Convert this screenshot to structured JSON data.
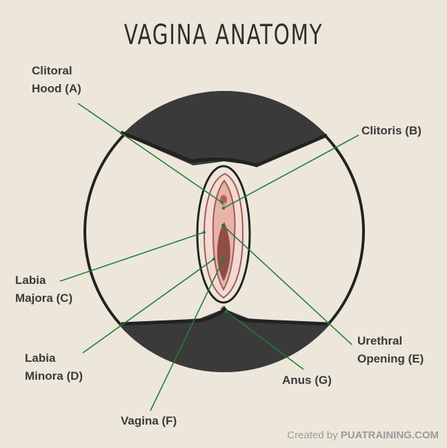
{
  "title": "VAGINA ANATOMY",
  "labels": {
    "clitoral_hood": "Clitoral\nHood (A)",
    "clitoris": "Clitoris (B)",
    "labia_majora": "Labia\nMajora (C)",
    "labia_minora": "Labia\nMinora (D)",
    "urethral_opening": "Urethral\nOpening (E)",
    "vagina": "Vagina (F)",
    "anus": "Anus (G)"
  },
  "credit": {
    "prefix": "Created by ",
    "brand": "PUATRAINING.COM"
  },
  "colors": {
    "background": "#ede6da",
    "outline": "#222222",
    "leader_line": "#1e7f34",
    "flesh_dark": "#8f4d49",
    "flesh_light": "#f1c8c1"
  }
}
